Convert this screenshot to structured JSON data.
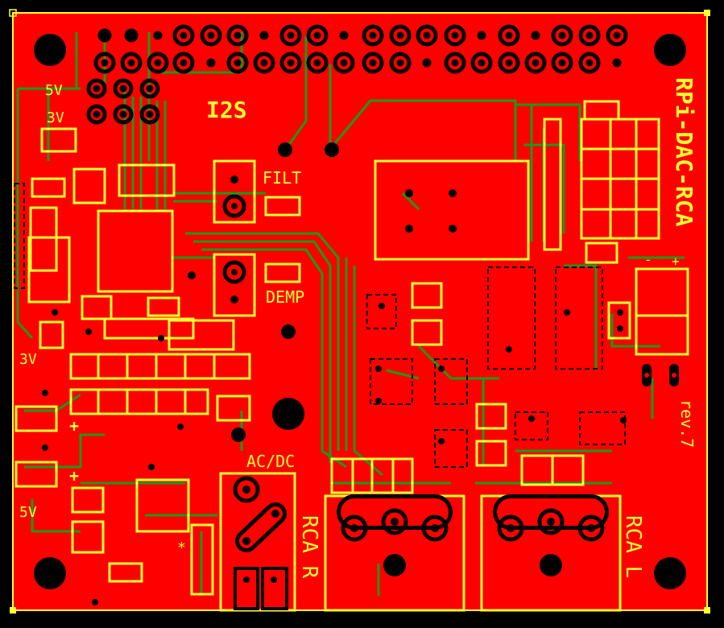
{
  "board": {
    "title": "RPi-DAC-RCA",
    "revision": "rev.7",
    "colors": {
      "background": "#000000",
      "copper": "#ff0000",
      "trace": "#1a9a1a",
      "silkscreen": "#ffff33",
      "hole": "#000000"
    }
  },
  "labels": {
    "i2s": "I2S",
    "v5_top": "5V",
    "v3_top": "3V",
    "v3_mid": "3V",
    "v5_bottom": "5V",
    "filt": "FILT",
    "demp": "DEMP",
    "acdc": "AC/DC",
    "rca_r": "RCA R",
    "rca_l": "RCA L",
    "minus": "-",
    "plus": "+",
    "plus_a": "+",
    "plus_b": "+",
    "star": "*"
  }
}
